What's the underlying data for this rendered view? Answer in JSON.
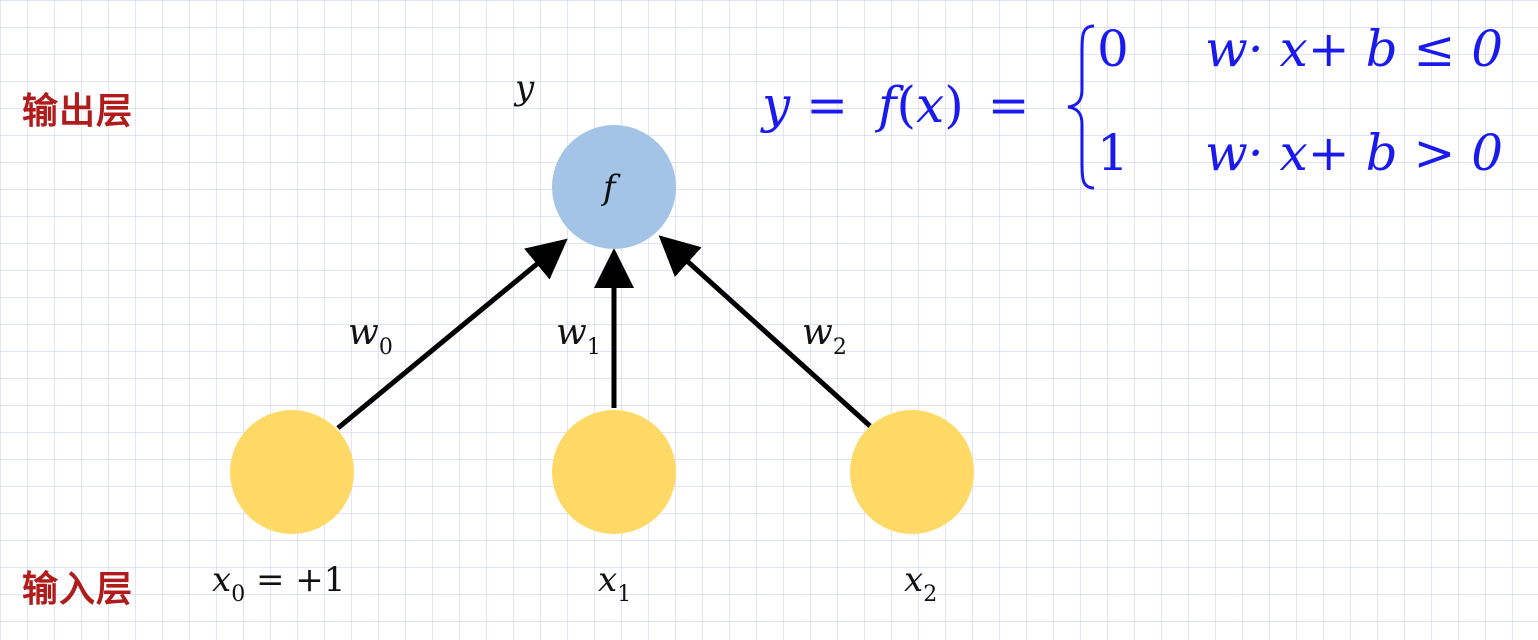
{
  "layers": {
    "output_label": "输出层",
    "input_label": "输入层"
  },
  "output_node": {
    "name_label": "y",
    "function_label": "f",
    "color": "#a3c4e6"
  },
  "input_nodes": [
    {
      "var": "x",
      "sub": "0",
      "suffix": " = +1"
    },
    {
      "var": "x",
      "sub": "1",
      "suffix": ""
    },
    {
      "var": "x",
      "sub": "2",
      "suffix": ""
    }
  ],
  "input_node_color": "#ffd966",
  "weights": [
    {
      "var": "w",
      "sub": "0"
    },
    {
      "var": "w",
      "sub": "1"
    },
    {
      "var": "w",
      "sub": "2"
    }
  ],
  "formula": {
    "lhs": "y =",
    "func": "f",
    "arg_open": "(",
    "arg": "x",
    "arg_close": ")",
    "eq": "=",
    "case1_value": "0",
    "case1_condition": "w· x+ b ≤ 0",
    "case2_value": "1",
    "case2_condition": "w· x+ b > 0",
    "color": "#1a1aef"
  },
  "layer_label_color": "#b01c1c"
}
